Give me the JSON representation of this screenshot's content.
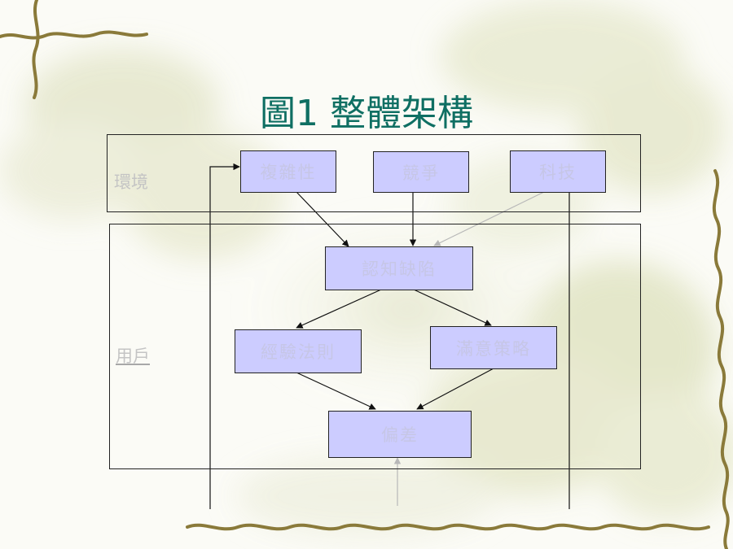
{
  "title": "圖1 整體架構",
  "zones": {
    "environment": "環境",
    "user": "用戶"
  },
  "nodes": {
    "complexity": "複雜性",
    "competition": "競爭",
    "technology": "科技",
    "cognitive_defect": "認知缺陷",
    "heuristics": "經驗法則",
    "satisficing": "滿意策略",
    "bias": "偏差"
  },
  "edges": [
    {
      "from": "complexity",
      "to": "cognitive_defect",
      "style": "dark"
    },
    {
      "from": "competition",
      "to": "cognitive_defect",
      "style": "dark"
    },
    {
      "from": "technology",
      "to": "cognitive_defect",
      "style": "light"
    },
    {
      "from": "cognitive_defect",
      "to": "heuristics",
      "style": "dark"
    },
    {
      "from": "cognitive_defect",
      "to": "satisficing",
      "style": "dark"
    },
    {
      "from": "heuristics",
      "to": "bias",
      "style": "dark"
    },
    {
      "from": "satisficing",
      "to": "bias",
      "style": "dark"
    },
    {
      "from": "feedback",
      "to": "bias",
      "style": "light"
    },
    {
      "from": "feedback",
      "to": "complexity",
      "style": "dark"
    }
  ],
  "colors": {
    "title": "#0f6f63",
    "node_fill": "#ccccff",
    "node_text": "#c6c6e6",
    "frame": "#222222",
    "arrow_dark": "#111111",
    "arrow_light": "#b8b8b8",
    "vine": "#8a7a3a"
  }
}
